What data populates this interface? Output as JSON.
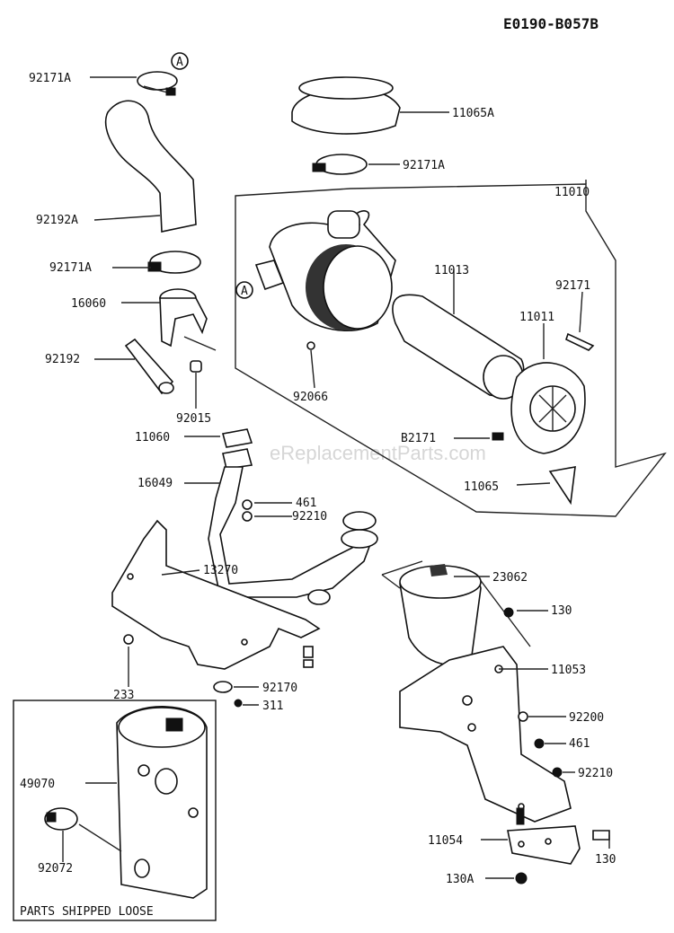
{
  "diagram_code": "E0190-B057B",
  "watermark": "eReplacementParts.com",
  "callout_letter": "A",
  "loose_note": "PARTS SHIPPED LOOSE",
  "labels": [
    {
      "id": "92171A_top",
      "text": "92171A"
    },
    {
      "id": "11065A",
      "text": "11065A"
    },
    {
      "id": "92171A_mid",
      "text": "92171A"
    },
    {
      "id": "11010",
      "text": "11010"
    },
    {
      "id": "92192A",
      "text": "92192A"
    },
    {
      "id": "92171A_low",
      "text": "92171A"
    },
    {
      "id": "11013",
      "text": "11013"
    },
    {
      "id": "92171",
      "text": "92171"
    },
    {
      "id": "16060",
      "text": "16060"
    },
    {
      "id": "11011",
      "text": "11011"
    },
    {
      "id": "92192",
      "text": "92192"
    },
    {
      "id": "92066",
      "text": "92066"
    },
    {
      "id": "92015",
      "text": "92015"
    },
    {
      "id": "11060",
      "text": "11060"
    },
    {
      "id": "B2171",
      "text": "B2171"
    },
    {
      "id": "11065",
      "text": "11065"
    },
    {
      "id": "16049",
      "text": "16049"
    },
    {
      "id": "461_a",
      "text": "461"
    },
    {
      "id": "92210_a",
      "text": "92210"
    },
    {
      "id": "13270",
      "text": "13270"
    },
    {
      "id": "23062",
      "text": "23062"
    },
    {
      "id": "130_a",
      "text": "130"
    },
    {
      "id": "11053",
      "text": "11053"
    },
    {
      "id": "233",
      "text": "233"
    },
    {
      "id": "92170",
      "text": "92170"
    },
    {
      "id": "311",
      "text": "311"
    },
    {
      "id": "92200",
      "text": "92200"
    },
    {
      "id": "461_b",
      "text": "461"
    },
    {
      "id": "49070",
      "text": "49070"
    },
    {
      "id": "92210_b",
      "text": "92210"
    },
    {
      "id": "11054",
      "text": "11054"
    },
    {
      "id": "130A",
      "text": "130A"
    },
    {
      "id": "130_b",
      "text": "130"
    },
    {
      "id": "92072",
      "text": "92072"
    }
  ]
}
